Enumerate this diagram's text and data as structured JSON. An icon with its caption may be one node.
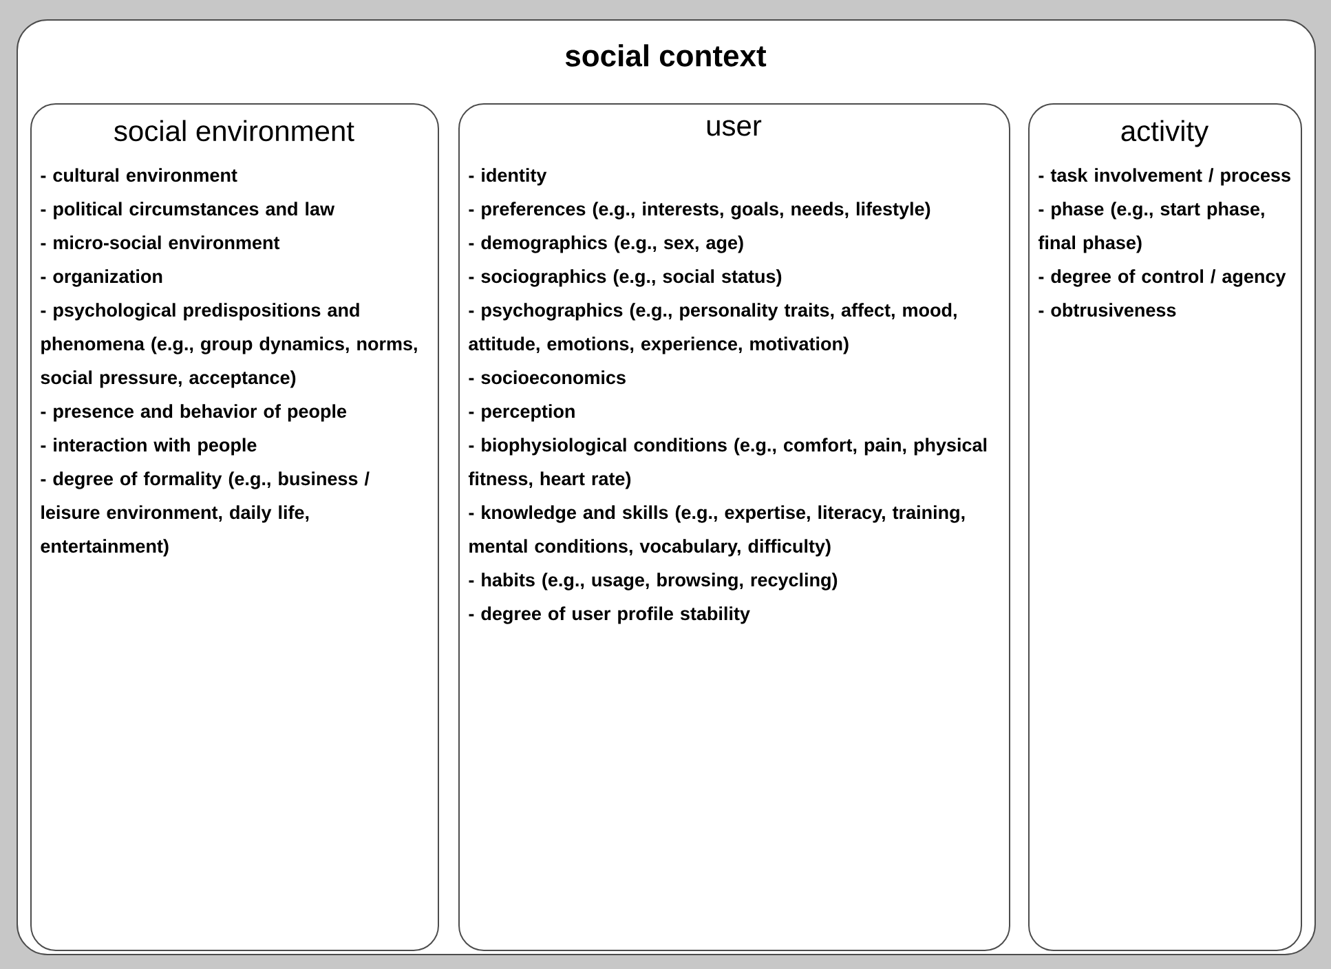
{
  "diagram": {
    "nodes": [
      {
        "text": [
          "social context"
        ]
      },
      {
        "text": [
          "social environment",
          "- cultural environment",
          "- political circumstances and law",
          "- micro-social environment",
          "- organization",
          "- psychological predispositions and phenomena (e.g., group dynamics, norms, social pressure, acceptance)",
          "- presence and behavior of people",
          "- interaction with people",
          "- degree of formality (e.g., business / leisure environment, daily life, entertainment)"
        ],
        "in": 0
      },
      {
        "text": [
          "user",
          "- identity",
          "- preferences (e.g., interests, goals, needs, lifestyle)",
          "- demographics (e.g., sex, age)",
          "- sociographics (e.g., social status)",
          "- psychographics (e.g., personality traits, affect, mood, attitude, emotions, experience, motivation)",
          "- socioeconomics",
          "- perception",
          "- biophysiological conditions (e.g., comfort, pain, physical fitness, heart rate)",
          "- knowledge and skills (e.g., expertise, literacy, training, mental conditions, vocabulary, difficulty)",
          "- habits (e.g., usage, browsing, recycling)",
          "- degree of user profile stability"
        ],
        "in": 0
      },
      {
        "text": [
          "activity",
          "- task involvement / process",
          "- phase (e.g., start phase, final phase)",
          "- degree of control / agency",
          "- obtrusiveness"
        ],
        "in": 0
      }
    ]
  }
}
